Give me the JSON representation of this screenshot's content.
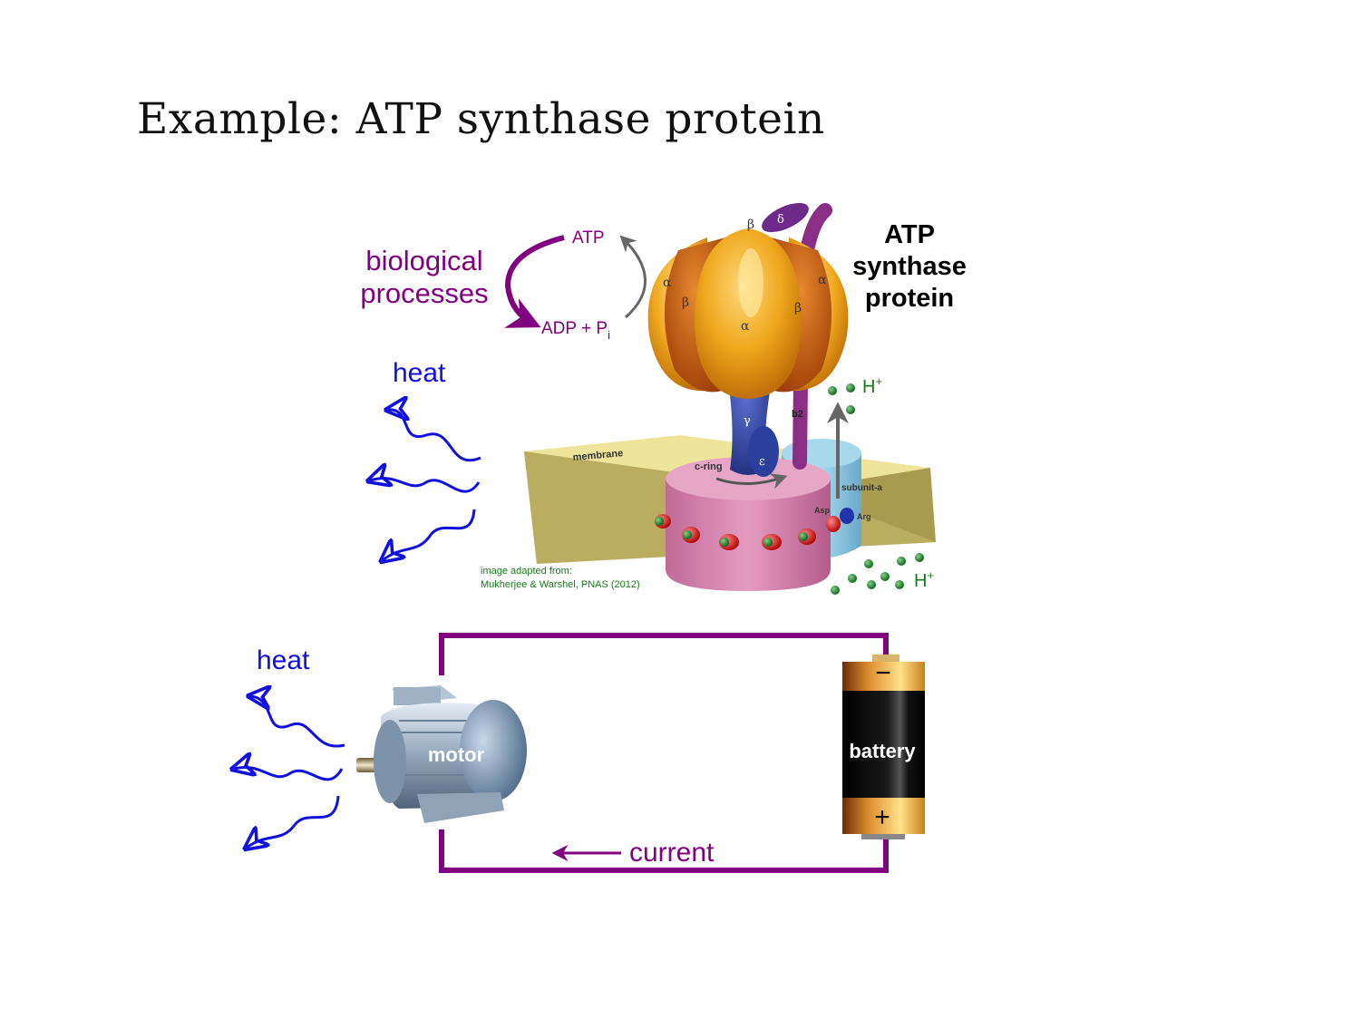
{
  "slide": {
    "title": "Example: ATP synthase protein"
  },
  "protein": {
    "heading": [
      "ATP",
      "synthase",
      "protein"
    ],
    "cycle": {
      "atp": "ATP",
      "adp": "ADP + P",
      "adp_sub": "i"
    },
    "bio": [
      "biological",
      "processes"
    ],
    "heat": "heat",
    "subunits": {
      "alpha": "α",
      "beta": "β",
      "delta": "δ",
      "gamma": "γ",
      "epsilon": "ε",
      "b2": "b2",
      "membrane": "membrane",
      "c_ring": "c-ring",
      "subunit_a": "subunit-a",
      "asp": "Asp",
      "arg": "Arg"
    },
    "proton": "H",
    "proton_sup": "+",
    "credit": [
      "image adapted from:",
      "Mukherjee & Warshel, PNAS (2012)"
    ]
  },
  "circuit": {
    "heat": "heat",
    "motor": "motor",
    "battery": "battery",
    "minus": "−",
    "plus": "+",
    "current": "current"
  },
  "colors": {
    "purple": "#800080",
    "heat_blue": "#1010e0",
    "green_text": "#1a7a1a",
    "membrane": "#efe49a",
    "c_ring": "#d47fab",
    "subunit_a": "#8cc6e0",
    "gamma": "#2a3d94"
  }
}
